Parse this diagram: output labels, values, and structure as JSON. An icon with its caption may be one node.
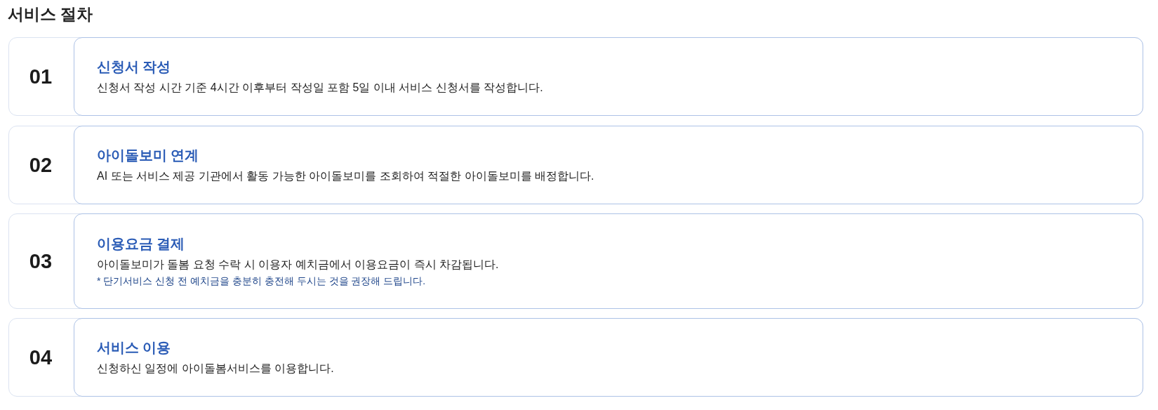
{
  "diagram": {
    "title": "서비스 절차",
    "nodes": [
      {
        "text": [
          "01"
        ]
      },
      {
        "text": [
          "신청서 작성",
          "신청서 작성 시간 기준 4시간 이후부터 작성일 포함 5일 이내 서비스 신청서를 작성합니다."
        ],
        "in": 0
      },
      {
        "text": [
          "02"
        ]
      },
      {
        "text": [
          "아이돌보미 연계",
          "AI 또는 서비스 제공 기관에서 활동 가능한 아이돌보미를 조회하여 적절한 아이돌보미를 배정합니다."
        ],
        "in": 2
      },
      {
        "text": [
          "03"
        ]
      },
      {
        "text": [
          "이용요금 결제",
          "아이돌보미가 돌봄 요청 수락 시 이용자 예치금에서 이용요금이 즉시 차감됩니다.",
          "* 단기서비스 신청 전 예치금을 충분히 충전해 두시는 것을 권장해 드립니다."
        ],
        "in": 4
      },
      {
        "text": [
          "04"
        ]
      },
      {
        "text": [
          "서비스 이용",
          "신청하신 일정에 아이돌봄서비스를 이용합니다."
        ],
        "in": 6
      }
    ]
  }
}
